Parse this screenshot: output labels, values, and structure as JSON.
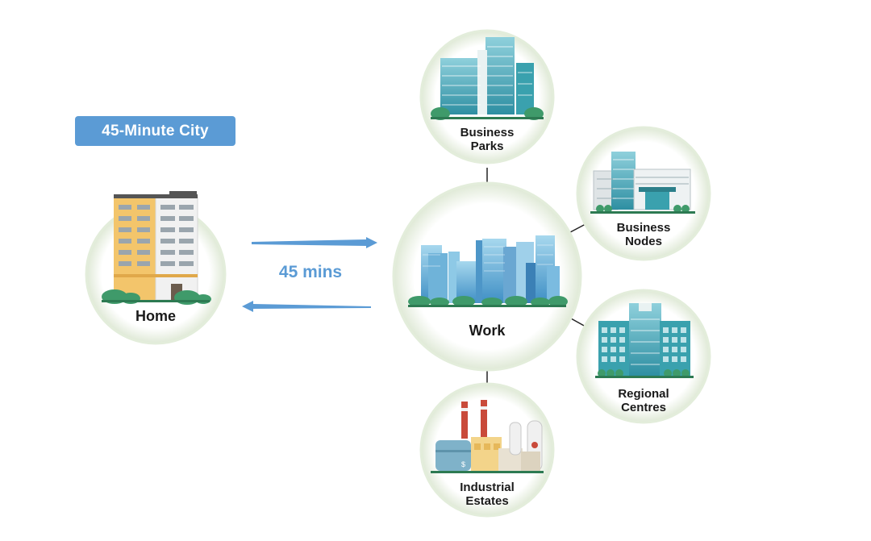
{
  "badge": {
    "text": "45-Minute City"
  },
  "travel": {
    "text": "45 mins"
  },
  "nodes": {
    "home": {
      "label": "Home",
      "icon": "apartment-building-icon"
    },
    "work": {
      "label": "Work",
      "icon": "city-skyline-icon"
    },
    "business_parks": {
      "line1": "Business",
      "line2": "Parks",
      "icon": "office-towers-icon"
    },
    "business_nodes": {
      "line1": "Business",
      "line2": "Nodes",
      "icon": "office-complex-icon"
    },
    "regional_centres": {
      "line1": "Regional",
      "line2": "Centres",
      "icon": "regional-centre-building-icon"
    },
    "industrial_estates": {
      "line1": "Industrial",
      "line2": "Estates",
      "icon": "factory-icon"
    }
  },
  "colors": {
    "badge": "#5b9bd5",
    "arrow": "#5b9bd5",
    "circle_ring": "#e6f0de",
    "tree": "#3f9a6a",
    "building_teal": "#2f9aa8",
    "building_orange": "#f3c56b"
  }
}
